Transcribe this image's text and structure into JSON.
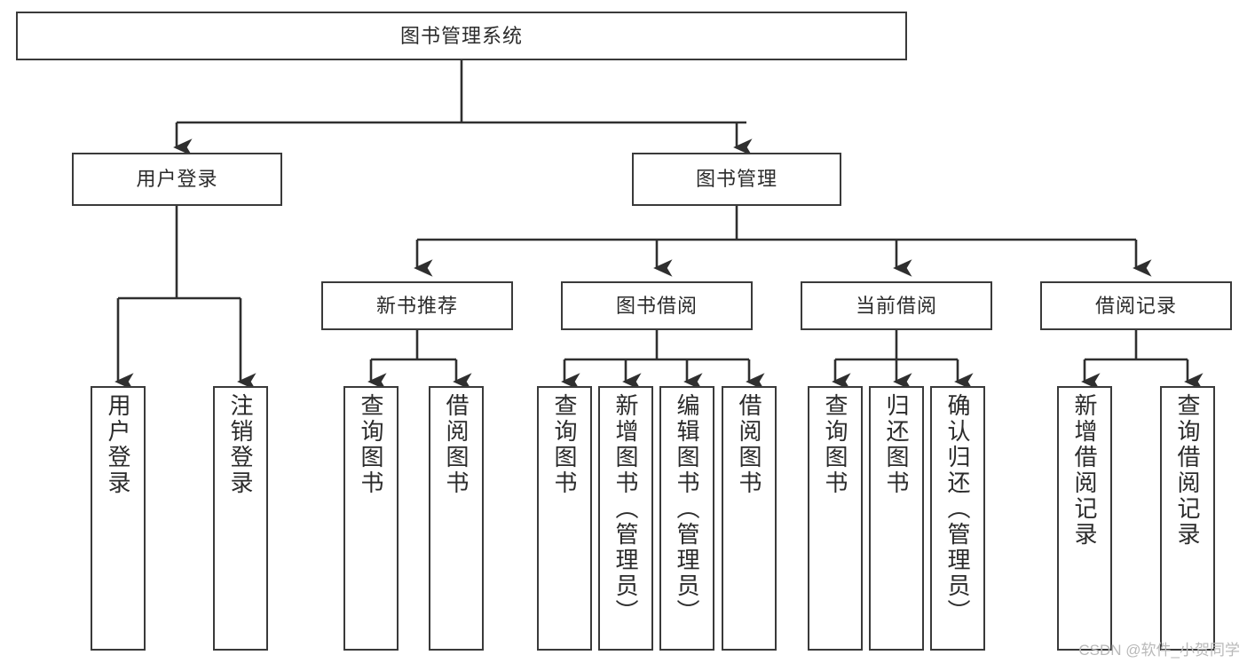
{
  "diagram": {
    "title": "图书管理系统",
    "type": "hierarchy-tree",
    "orientation": "top-down",
    "colors": {
      "node_border": "#3a3a3a",
      "node_fill": "#ffffff",
      "edge": "#2f2f2f",
      "text": "#2b2b2b",
      "watermark": "#b9b9b9",
      "canvas": "#ffffff"
    },
    "levels": {
      "level1": [
        "图书管理系统"
      ],
      "level2": [
        "用户登录",
        "图书管理"
      ],
      "level3": [
        "新书推荐",
        "图书借阅",
        "当前借阅",
        "借阅记录"
      ],
      "level4": [
        "用户登录",
        "注销登录",
        "查询图书",
        "借阅图书",
        "查询图书",
        "新增图书（管理员）",
        "编辑图书（管理员）",
        "借阅图书",
        "查询图书",
        "归还图书",
        "确认归还（管理员）",
        "新增借阅记录",
        "查询借阅记录"
      ]
    },
    "nodes": {
      "root": {
        "label": "图书管理系统"
      },
      "user_login": {
        "label": "用户登录"
      },
      "book_manage": {
        "label": "图书管理"
      },
      "new_book_rec": {
        "label": "新书推荐"
      },
      "book_borrow": {
        "label": "图书借阅"
      },
      "current_borrow": {
        "label": "当前借阅"
      },
      "borrow_record": {
        "label": "借阅记录"
      },
      "leaf_user_login": {
        "label": "用户登录"
      },
      "leaf_logout": {
        "label": "注销登录"
      },
      "leaf_query_book_1": {
        "label": "查询图书"
      },
      "leaf_borrow_book_1": {
        "label": "借阅图书"
      },
      "leaf_query_book_2": {
        "label": "查询图书"
      },
      "leaf_add_book_admin": {
        "label": "新增图书（管理员）"
      },
      "leaf_edit_book_admin": {
        "label": "编辑图书（管理员）"
      },
      "leaf_borrow_book_2": {
        "label": "借阅图书"
      },
      "leaf_query_book_3": {
        "label": "查询图书"
      },
      "leaf_return_book": {
        "label": "归还图书"
      },
      "leaf_confirm_return_admin": {
        "label": "确认归还（管理员）"
      },
      "leaf_add_record": {
        "label": "新增借阅记录"
      },
      "leaf_query_record": {
        "label": "查询借阅记录"
      }
    },
    "edges": [
      {
        "from": "图书管理系统",
        "to": "用户登录"
      },
      {
        "from": "图书管理系统",
        "to": "图书管理"
      },
      {
        "from": "图书管理",
        "to": "新书推荐"
      },
      {
        "from": "图书管理",
        "to": "图书借阅"
      },
      {
        "from": "图书管理",
        "to": "当前借阅"
      },
      {
        "from": "图书管理",
        "to": "借阅记录"
      },
      {
        "from": "用户登录",
        "to": "用户登录"
      },
      {
        "from": "用户登录",
        "to": "注销登录"
      },
      {
        "from": "新书推荐",
        "to": "查询图书"
      },
      {
        "from": "新书推荐",
        "to": "借阅图书"
      },
      {
        "from": "图书借阅",
        "to": "查询图书"
      },
      {
        "from": "图书借阅",
        "to": "新增图书（管理员）"
      },
      {
        "from": "图书借阅",
        "to": "编辑图书（管理员）"
      },
      {
        "from": "图书借阅",
        "to": "借阅图书"
      },
      {
        "from": "当前借阅",
        "to": "查询图书"
      },
      {
        "from": "当前借阅",
        "to": "归还图书"
      },
      {
        "from": "当前借阅",
        "to": "确认归还（管理员）"
      },
      {
        "from": "借阅记录",
        "to": "新增借阅记录"
      },
      {
        "from": "借阅记录",
        "to": "查询借阅记录"
      }
    ]
  },
  "watermark": {
    "text": "CSDN @软件_小贺同学"
  }
}
